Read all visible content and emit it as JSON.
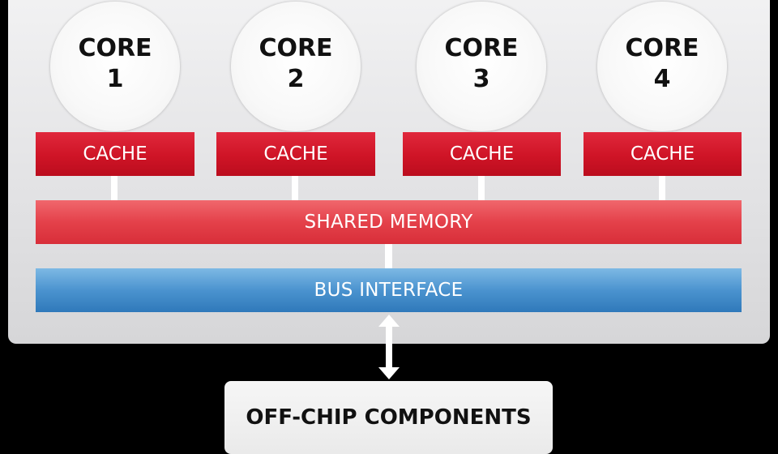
{
  "cores": [
    {
      "label": "CORE",
      "number": "1"
    },
    {
      "label": "CORE",
      "number": "2"
    },
    {
      "label": "CORE",
      "number": "3"
    },
    {
      "label": "CORE",
      "number": "4"
    }
  ],
  "caches": [
    "CACHE",
    "CACHE",
    "CACHE",
    "CACHE"
  ],
  "shared_memory": "SHARED MEMORY",
  "bus_interface": "BUS INTERFACE",
  "off_chip": "OFF-CHIP COMPONENTS",
  "colors": {
    "cache_red": "#cf1426",
    "shared_memory_red": "#e4414a",
    "bus_blue": "#4b93cf",
    "chip_gray": "#e0e0e2",
    "background": "#000000"
  }
}
